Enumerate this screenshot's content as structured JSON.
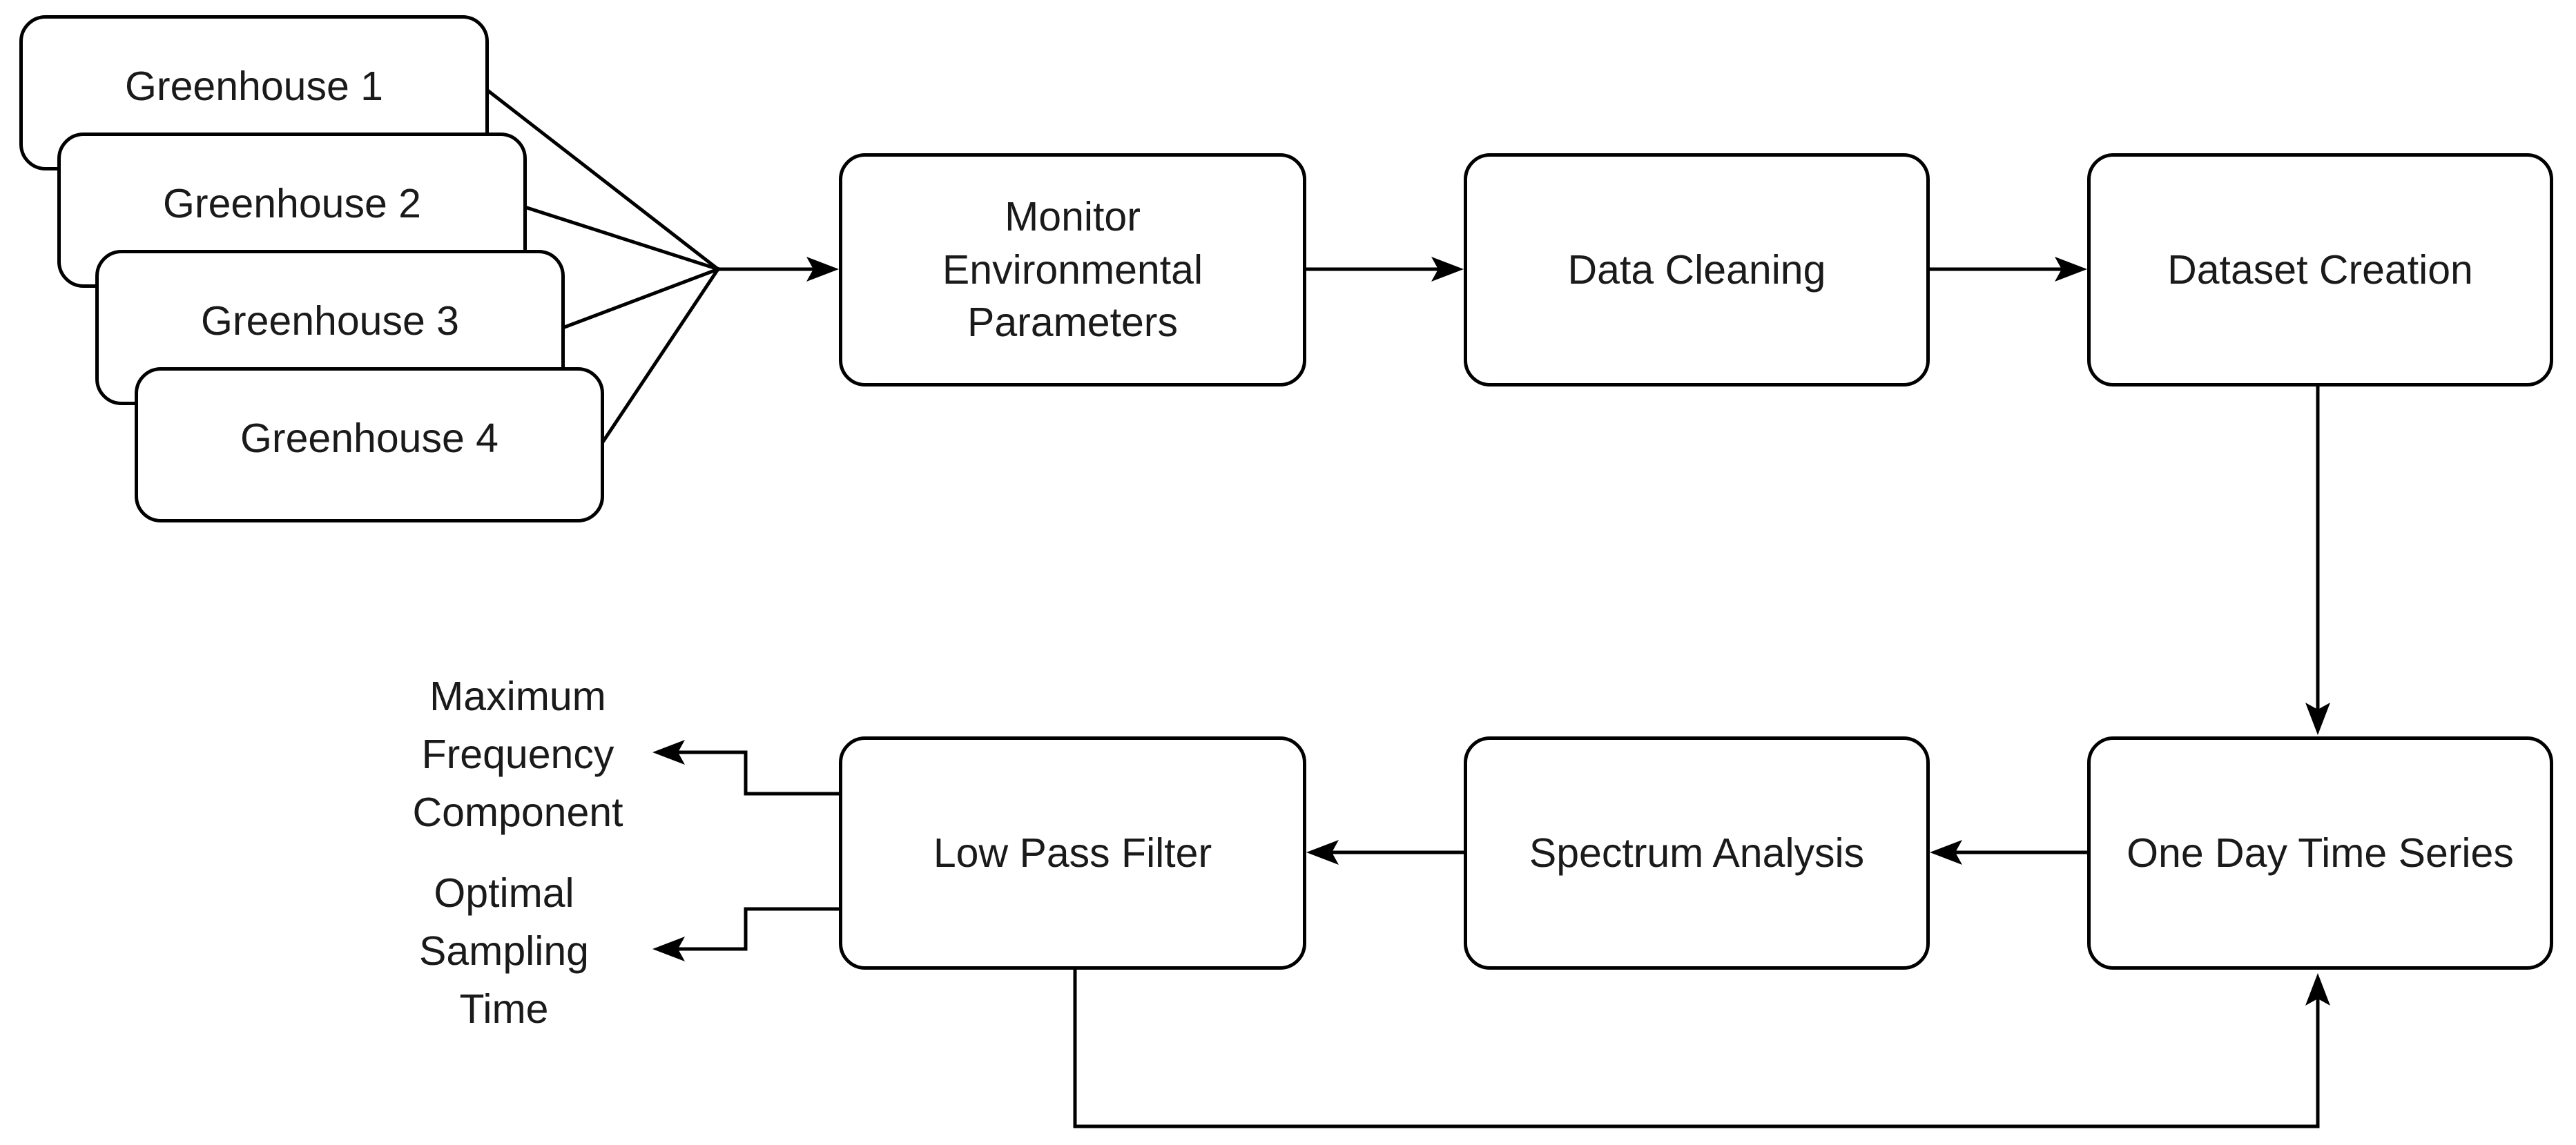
{
  "greenhouses": [
    "Greenhouse 1",
    "Greenhouse 2",
    "Greenhouse 3",
    "Greenhouse 4"
  ],
  "steps": {
    "monitor": [
      "Monitor",
      "Environmental",
      "Parameters"
    ],
    "cleaning": "Data Cleaning",
    "dataset": "Dataset Creation",
    "timeseries": "One Day Time Series",
    "spectrum": "Spectrum Analysis",
    "lowpass": "Low Pass Filter"
  },
  "outputs": {
    "max_freq": [
      "Maximum",
      "Frequency",
      "Component"
    ],
    "sampling": [
      "Optimal",
      "Sampling",
      "Time"
    ]
  }
}
